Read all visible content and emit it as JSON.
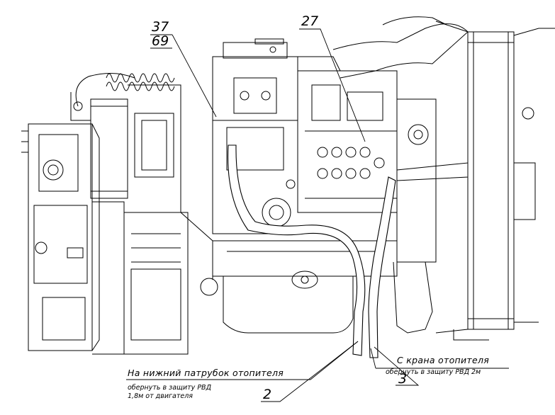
{
  "drawing": {
    "callouts": {
      "c37": "37",
      "c69": "69",
      "c27": "27",
      "c2": "2",
      "c3": "3"
    },
    "notes": {
      "lower_pipe": "На нижний патрубок отопителя",
      "lower_pipe_sub1": "обернуть в защиту РВД",
      "lower_pipe_sub2": "1,8м от двигателя",
      "heater_valve": "С крана отопителя",
      "heater_valve_sub": "обернуть в защиту РВД 2м"
    },
    "colors": {
      "line": "#000000",
      "background": "#ffffff",
      "hose_fill": "#ffffff"
    }
  }
}
